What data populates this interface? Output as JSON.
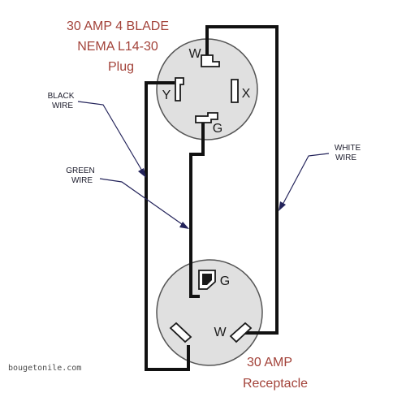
{
  "plug": {
    "title_line1": "30 AMP 4 BLADE",
    "title_line2": "NEMA L14-30",
    "title_line3": "Plug",
    "blades": {
      "w": "W",
      "x": "X",
      "y": "Y",
      "g": "G"
    }
  },
  "receptacle": {
    "title_line1": "30 AMP",
    "title_line2": "Receptacle",
    "blades": {
      "g": "G",
      "w": "W"
    }
  },
  "wire_labels": {
    "black_line1": "BLACK",
    "black_line2": "WIRE",
    "green_line1": "GREEN",
    "green_line2": "WIRE",
    "white_line1": "WHITE",
    "white_line2": "WIRE"
  },
  "watermark": "bougetonile.com",
  "colors": {
    "title_text": "#a3433a",
    "wire": "#111111",
    "face": "#e0e0e0",
    "leader": "#23235a"
  }
}
